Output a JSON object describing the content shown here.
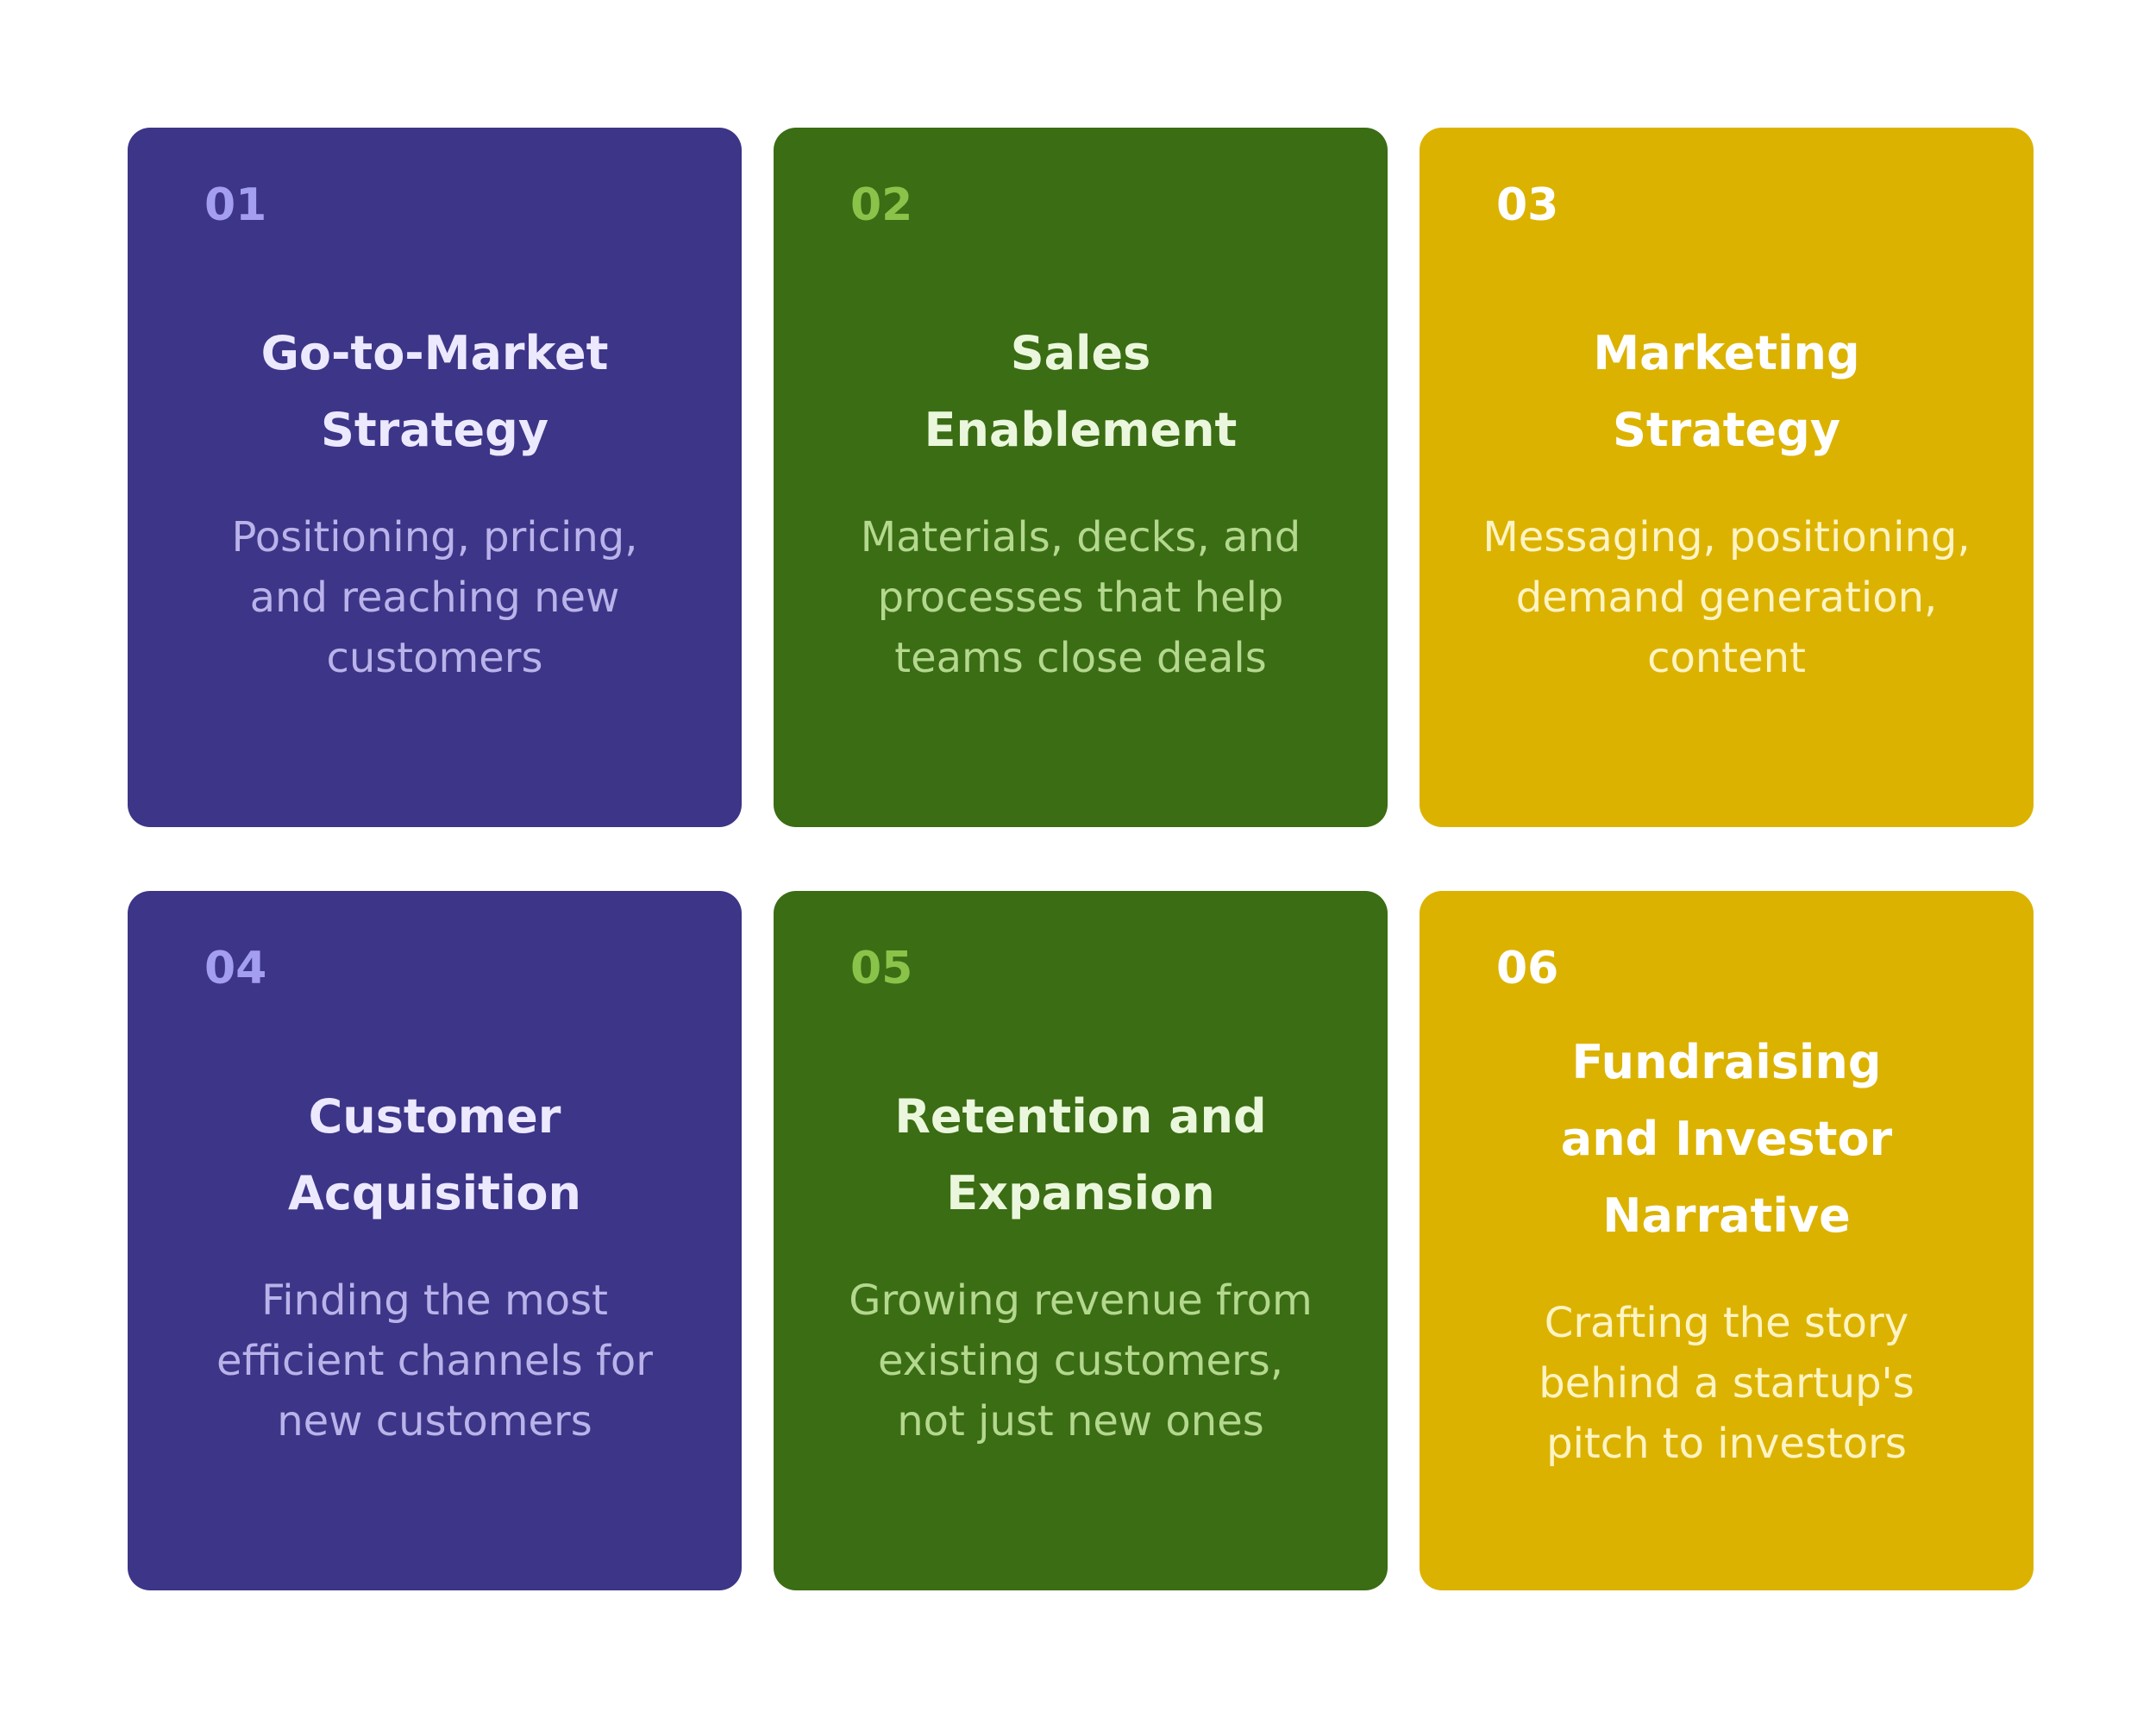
{
  "cards": [
    {
      "number": "01",
      "title": "Go-to-Market Strategy",
      "description": "Positioning, pricing, and reaching new customers",
      "theme": "purple"
    },
    {
      "number": "02",
      "title": "Sales Enablement",
      "description": "Materials, decks, and processes that help teams close deals",
      "theme": "green"
    },
    {
      "number": "03",
      "title": "Marketing Strategy",
      "description": "Messaging, positioning, demand generation, content",
      "theme": "gold"
    },
    {
      "number": "04",
      "title": "Customer Acquisition",
      "description": "Finding the most efficient channels for new customers",
      "theme": "purple"
    },
    {
      "number": "05",
      "title": "Retention and Expansion",
      "description": "Growing revenue from existing customers, not just new ones",
      "theme": "green"
    },
    {
      "number": "06",
      "title": "Fundraising and Investor Narrative",
      "description": "Crafting the story behind a startup's pitch to investors",
      "theme": "gold"
    }
  ],
  "colors": {
    "purple": "#3d3587",
    "green": "#3b6d14",
    "gold": "#dcb200"
  }
}
